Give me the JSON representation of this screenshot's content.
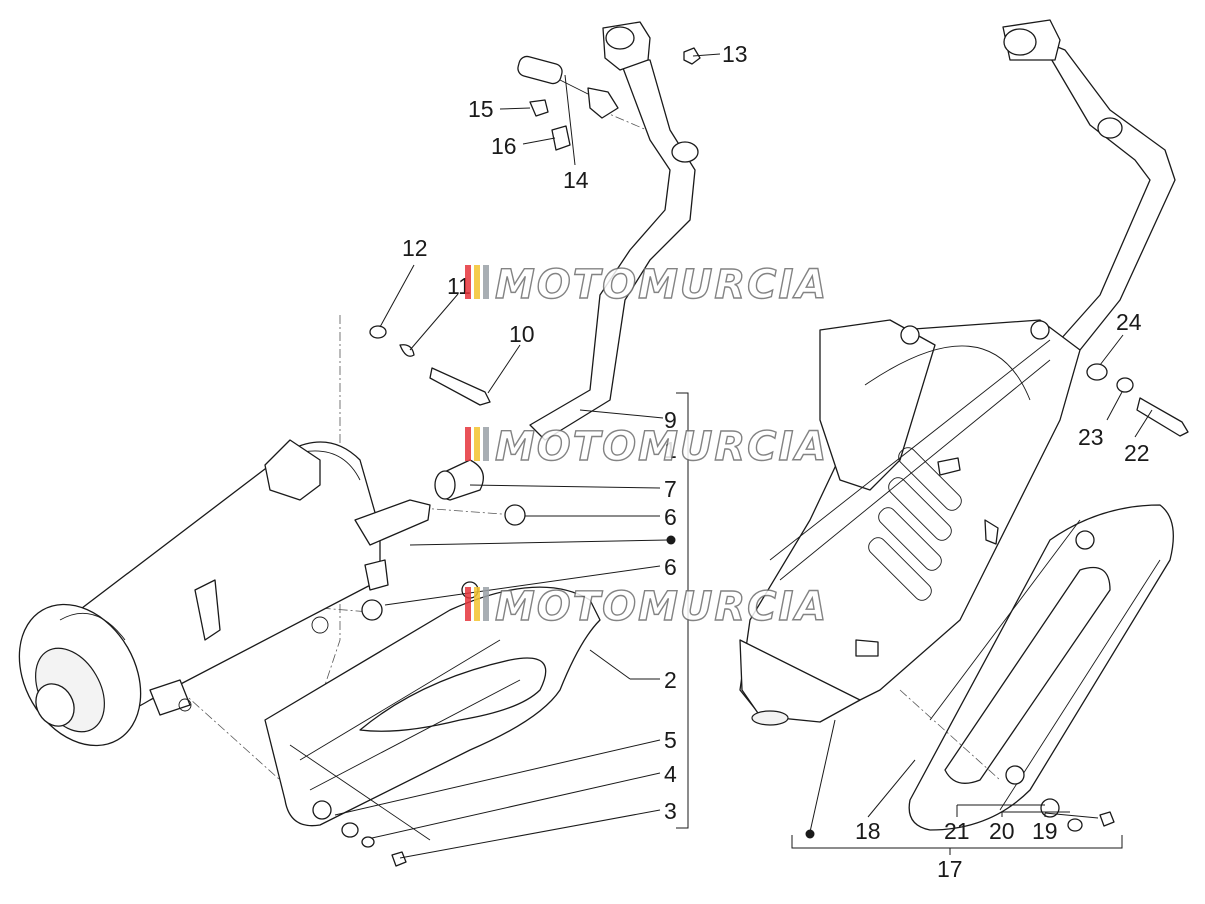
{
  "watermark": {
    "text": "MOTOMURCIA",
    "stripe_colors": [
      "#e6353b",
      "#f4c430",
      "#9aa0a6"
    ]
  },
  "callouts": {
    "n1": "1",
    "n2": "2",
    "n3": "3",
    "n4": "4",
    "n5": "5",
    "n6a": "6",
    "n6b": "6",
    "n7": "7",
    "n9": "9",
    "n10": "10",
    "n11": "11",
    "n12": "12",
    "n13": "13",
    "n14": "14",
    "n15": "15",
    "n16": "16",
    "n17": "17",
    "n18": "18",
    "n19": "19",
    "n20": "20",
    "n21": "21",
    "n22": "22",
    "n23": "23",
    "n24": "24"
  }
}
